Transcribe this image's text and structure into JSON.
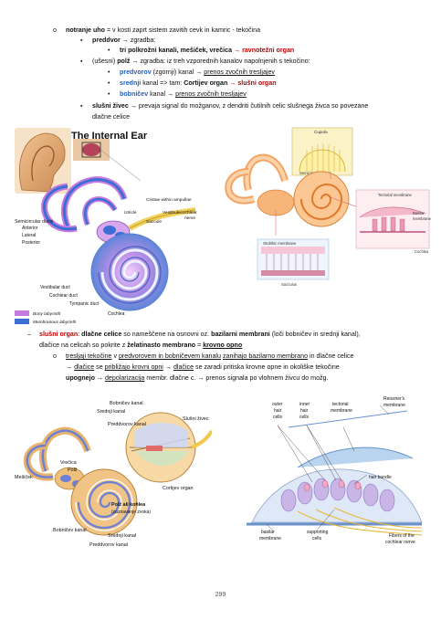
{
  "outline": {
    "l1": {
      "bullet": "o",
      "term": "notranje uho",
      "rest": " = v kosti zaprt sistem zavitih cevk in kamric - tekočina"
    },
    "l2": {
      "bullet": "▪",
      "term": "preddvor",
      "rest": " zgradba:"
    },
    "l3": {
      "bullet": "•",
      "text": "tri polkrožni kanali, mešiček, vrečica",
      "red": "ravnotežni organ"
    },
    "l4": {
      "bullet": "▪",
      "pre": "(ušesni) ",
      "term": "polž",
      "rest": " zgradba: iz treh vzporednih kanalov napolnjenih s tekočino:"
    },
    "l5": {
      "bullet": "•",
      "term": "predvorov",
      "rest": " (zgornji) kanal ",
      "u": "prenos zvočnih tresljajev"
    },
    "l6": {
      "bullet": "•",
      "term": "srednji",
      "rest": " kanal => tam: ",
      "bold": "Cortijev organ",
      "red": "slušni organ"
    },
    "l7": {
      "bullet": "•",
      "term": "bobničev",
      "rest": " kanal ",
      "u": "prenos zvočnih tresljajev"
    },
    "l8": {
      "bullet": "▪",
      "term": "slušni živec",
      "rest": " prevaja signal do možganov, z dendriti čutilnih celic slušnega živca so povezane"
    },
    "l8b": "dlačne celice"
  },
  "figure1": {
    "title": "The Internal Ear",
    "labels": {
      "semicircular_ducts": "Semicircular ducts",
      "anterior": "Anterior",
      "lateral": "Lateral",
      "posterior": "Posterior",
      "cristae": "Cristae within ampullae",
      "utricle": "Utricle",
      "vestibulocochlear": "Vestibulocochlear",
      "nerve": "nerve",
      "saccule": "Saccule",
      "vestibular_duct": "Vestibular duct",
      "cochlear_duct": "Cochlear duct",
      "tympanic_duct": "Tympanic duct",
      "cochlea": "Cochlea",
      "bony": "Bony labyrinth",
      "membranous": "Membranous labyrinth"
    },
    "legend_colors": {
      "bony": "#c47adf",
      "membranous": "#3b6fd4"
    }
  },
  "figure2": {
    "labels": {
      "cupula": "Cupula",
      "semicircular_canal": "Semicircular canal",
      "tectorial": "Tectorial membrane",
      "basilar1": "Basilar",
      "basilar2": "membrane",
      "otolithic": "Otolithic membrane",
      "cochlea": "Cochlea",
      "sacculus": "Sacculus"
    }
  },
  "para": {
    "dash": "–",
    "t1_red": "slušni organ",
    "t1_bold": "dlačne celice",
    "t1_mid": " so nameščene na osnovni oz. ",
    "t1_bold2": "bazilarni membrani",
    "t1_end": " (loči bobničev in srednji kanal),",
    "t2_pre": "dlačice na celicah so pokrite z ",
    "t2_bold": "želatinasto membrano",
    "t2_eq": " = ",
    "t2_u": "krovno opno",
    "sub": {
      "bullet": "o",
      "a_u": "tresljaji tekočine",
      "a_mid": " v ",
      "a_u2": "predvorovem in bobničevem kanalu",
      "a_u3": "zanihajo bazilarno membrano",
      "a_end": " in dlačne celice",
      "b_u": "dlačice",
      "b_mid": " se ",
      "b_u2": "približajo krovni opni",
      "b_u3": "dlačice",
      "b_end": " se zaradi pritiska krovne opne in okoliške tekočine",
      "c_bold": "upognejo",
      "c_u": "depolarizacija",
      "c_end": " membr. dlačne c. ",
      "c_end2": " prenos signala po vlohnem živcu do možg."
    }
  },
  "figure3": {
    "labels": {
      "bobnicev_top": "Bobničev kanal",
      "srednji_top": "Srednji kanal",
      "slusni": "Slušni živec",
      "predvorov_top": "Preddvorov kanal",
      "vrecica": "Vrečica",
      "polz": "Polž",
      "mesicek": "Mešiček",
      "cortijev": "Cortijev organ",
      "polz_kohlea": "Polž ali kohlea",
      "zaznavanje": "(zaznavanje zvoka)",
      "bobnicev_bot": "Bobničev kanal",
      "srednji_bot": "Srednji kanal",
      "predvorov_bot": "Preddvorov kanal"
    }
  },
  "figure4": {
    "labels": {
      "outer1": "outer",
      "outer2": "hair",
      "outer3": "cells",
      "inner1": "inner",
      "inner2": "hair",
      "inner3": "cells",
      "tectorial1": "tectorial",
      "tectorial2": "membrane",
      "reissner1": "Reissner's",
      "reissner2": "membrane",
      "hair_bundle": "hair bundle",
      "basilar1": "basilar",
      "basilar2": "membrane",
      "supporting1": "supporting",
      "supporting2": "cells",
      "fibers1": "Fibers of the",
      "fibers2": "cochlear nerve"
    }
  },
  "page_number": "299"
}
